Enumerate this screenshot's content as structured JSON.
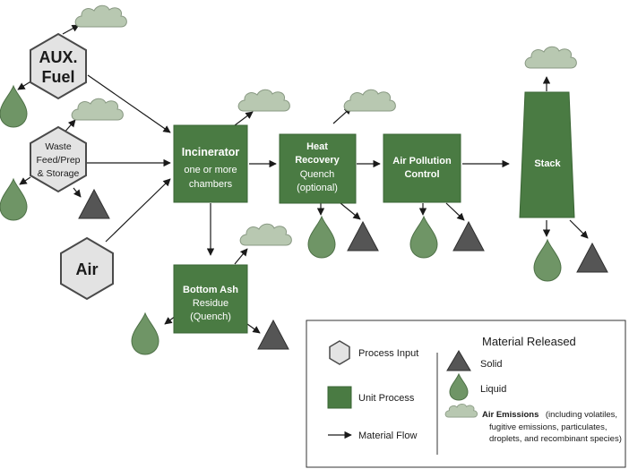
{
  "colors": {
    "unit_fill": "#4a7b43",
    "unit_stroke": "#3a6534",
    "hex_fill": "#e3e3e3",
    "hex_stroke": "#4a4a4a",
    "triangle_fill": "#555555",
    "drop_fill": "#6f9566",
    "cloud_fill": "#b8c8b1",
    "arrow": "#1a1a1a"
  },
  "inputs": {
    "aux_fuel": {
      "line1": "AUX.",
      "line2": "Fuel"
    },
    "waste": {
      "line1": "Waste",
      "line2": "Feed/Prep",
      "line3": "& Storage"
    },
    "air": {
      "label": "Air"
    }
  },
  "units": {
    "incinerator": {
      "title": "Incinerator",
      "line1": "one or more",
      "line2": "chambers"
    },
    "heat_recovery": {
      "title1": "Heat",
      "title2": "Recovery",
      "line1": "Quench",
      "line2": "(optional)"
    },
    "air_pollution": {
      "title1": "Air Pollution",
      "title2": "Control"
    },
    "stack": {
      "title": "Stack"
    },
    "bottom_ash": {
      "title": "Bottom Ash",
      "line1": "Residue",
      "line2": "(Quench)"
    }
  },
  "legend": {
    "process_input": "Process Input",
    "unit_process": "Unit Process",
    "material_flow": "Material Flow",
    "material_released": "Material Released",
    "solid": "Solid",
    "liquid": "Liquid",
    "air_emissions_bold": "Air Emissions",
    "air_emissions_line1": "(including volatiles,",
    "air_emissions_line2": "fugitive emissions, particulates,",
    "air_emissions_line3": "droplets, and recombinant species)"
  }
}
